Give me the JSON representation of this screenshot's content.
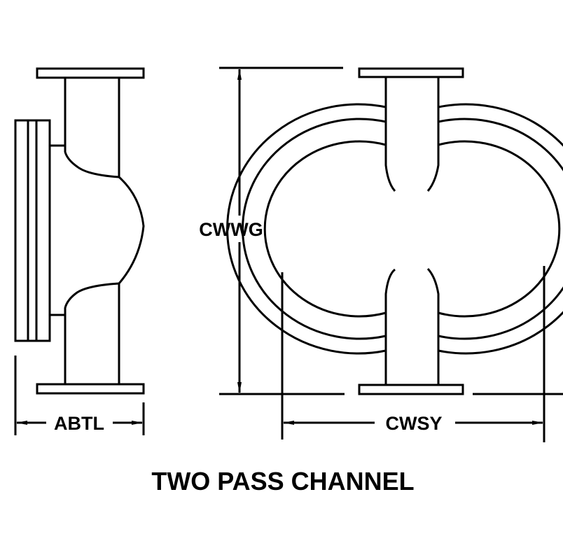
{
  "labels": {
    "side_width": "ABTL",
    "height": "CWWG",
    "front_width": "CWSY"
  },
  "title": "TWO PASS CHANNEL",
  "colors": {
    "line": "#000000",
    "background": "#ffffff"
  }
}
